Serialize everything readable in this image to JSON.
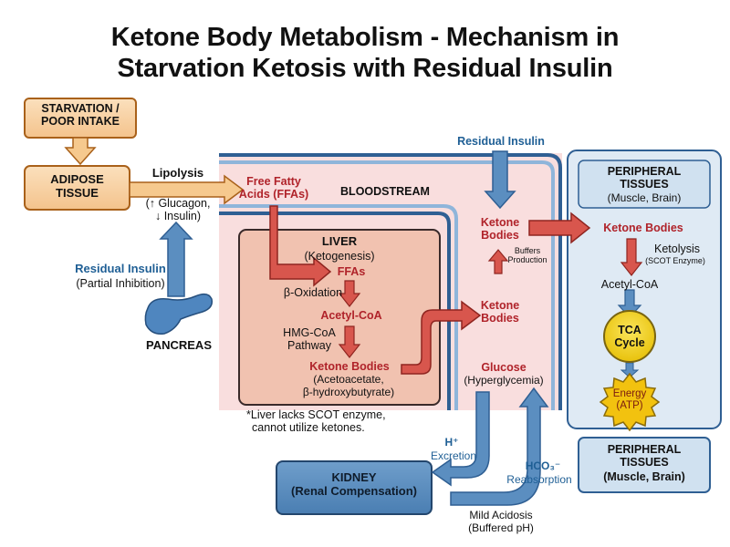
{
  "title": {
    "line1": "Ketone Body Metabolism - Mechanism in",
    "line2": "Starvation Ketosis with Residual Insulin"
  },
  "starvation": {
    "line1": "STARVATION /",
    "line2": "POOR INTAKE"
  },
  "adipose": {
    "line1": "ADIPOSE",
    "line2": "TISSUE"
  },
  "lipolysis": {
    "title": "Lipolysis",
    "line1": "(↑ Glucagon,",
    "line2": "↓ Insulin)"
  },
  "residual_insulin_left": {
    "title": "Residual Insulin",
    "subtitle": "(Partial Inhibition)"
  },
  "pancreas": {
    "label": "PANCREAS"
  },
  "ffa_blood": {
    "line1": "Free Fatty",
    "line2": "Acids (FFAs)"
  },
  "bloodstream": {
    "label": "BLOODSTREAM"
  },
  "residual_insulin_top": {
    "label": "Residual Insulin"
  },
  "liver": {
    "title": "LIVER",
    "subtitle": "(Ketogenesis)",
    "ffas": "FFAs",
    "beta_ox": "β-Oxidation",
    "acetyl": "Acetyl-CoA",
    "hmg1": "HMG-CoA",
    "hmg2": "Pathway",
    "ketone": "Ketone Bodies",
    "ketone_sub1": "(Acetoacetate,",
    "ketone_sub2": "β-hydroxybutyrate)"
  },
  "liver_note": {
    "line1": "*Liver lacks SCOT enzyme,",
    "line2": "cannot utilize ketones."
  },
  "blood_ketones_upper": {
    "line1": "Ketone",
    "line2": "Bodies"
  },
  "buffers": {
    "line1": "Buffers",
    "line2": "Production"
  },
  "blood_ketones_lower": {
    "line1": "Ketone",
    "line2": "Bodies"
  },
  "glucose": {
    "title": "Glucose",
    "subtitle": "(Hyperglycemia)"
  },
  "peripheral_top": {
    "line1": "PERIPHERAL",
    "line2": "TISSUES",
    "line3": "(Muscle, Brain)",
    "ketone": "Ketone Bodies",
    "ketolysis": "Ketolysis",
    "scot": "(SCOT Enzyme)",
    "acetyl": "Acetyl-CoA",
    "tca1": "TCA",
    "tca2": "Cycle",
    "energy1": "Energy",
    "energy2": "(ATP)"
  },
  "peripheral_bottom": {
    "line1": "PERIPHERAL",
    "line2": "TISSUES",
    "line3": "(Muscle, Brain)"
  },
  "kidney": {
    "line1": "KIDNEY",
    "line2": "(Renal Compensation)"
  },
  "h_excretion": {
    "ion": "H⁺",
    "label": "Excretion"
  },
  "hco3": {
    "ion": "HCO₃⁻",
    "label": "Reabsorption"
  },
  "acidosis": {
    "line1": "Mild Acidosis",
    "line2": "(Buffered pH)"
  },
  "colors": {
    "orange_fill": "#f8d2a4",
    "orange_border": "#a9611a",
    "blood_fill": "#f9dede",
    "liver_fill": "#f1c2b0",
    "blue_fill": "#d8e6f2",
    "blue_arrow": "#5b8ec0",
    "red_arrow": "#d8564d",
    "kidney_fill": "#5b8ec0",
    "tca_fill": "#f3d21c",
    "text_red": "#b0232a",
    "text_blue": "#1f5f95"
  }
}
